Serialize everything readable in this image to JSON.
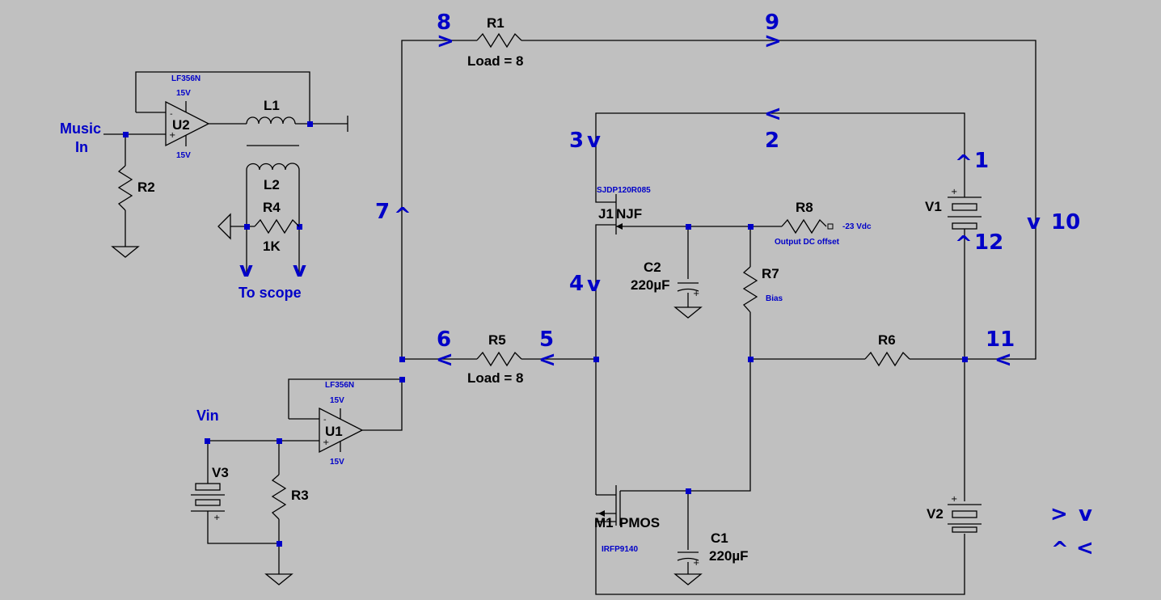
{
  "nodes": {
    "n1": "1",
    "n2": "2",
    "n3": "3",
    "n4": "4",
    "n5": "5",
    "n6": "6",
    "n7": "7",
    "n8": "8",
    "n9": "9",
    "n10": "10",
    "n11": "11",
    "n12": "12"
  },
  "arrows": {
    "right": ">",
    "left": "<",
    "down": "v",
    "up": "^"
  },
  "components": {
    "R1": {
      "name": "R1",
      "value": "Load = 8"
    },
    "R5": {
      "name": "R5",
      "value": "Load = 8"
    },
    "R2": {
      "name": "R2"
    },
    "R3": {
      "name": "R3"
    },
    "R4": {
      "name": "R4",
      "value": "1K"
    },
    "R6": {
      "name": "R6"
    },
    "R7": {
      "name": "R7",
      "value": "Bias"
    },
    "R8": {
      "name": "R8",
      "value": "-23 Vdc",
      "note": "Output DC offset"
    },
    "L1": {
      "name": "L1"
    },
    "L2": {
      "name": "L2"
    },
    "U1": {
      "name": "U1",
      "part": "LF356N",
      "vpos": "15V",
      "vneg": "15V"
    },
    "U2": {
      "name": "U2",
      "part": "LF356N",
      "vpos": "15V",
      "vneg": "15V"
    },
    "J1": {
      "name": "J1",
      "type": "NJF",
      "part": "SJDP120R085"
    },
    "M1": {
      "name": "M1",
      "type": "PMOS",
      "part": "IRFP9140"
    },
    "C1": {
      "name": "C1",
      "value": "220µF"
    },
    "C2": {
      "name": "C2",
      "value": "220µF"
    },
    "V1": {
      "name": "V1"
    },
    "V2": {
      "name": "V2"
    },
    "V3": {
      "name": "V3"
    }
  },
  "net_labels": {
    "music_in_1": "Music",
    "music_in_2": "In",
    "to_scope": "To scope",
    "vin": "Vin"
  },
  "polarity": {
    "plus": "+",
    "minus": "-"
  }
}
